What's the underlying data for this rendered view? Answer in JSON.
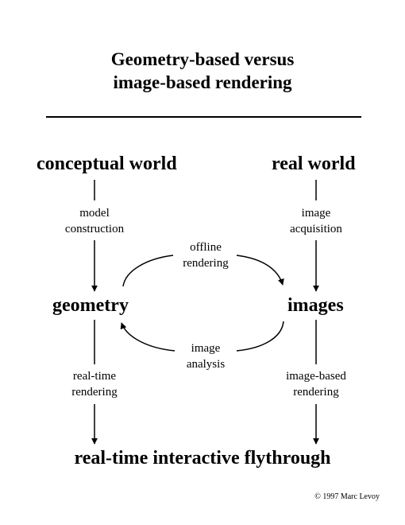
{
  "title": {
    "line1": "Geometry-based versus",
    "line2": "image-based rendering"
  },
  "nodes": {
    "conceptual_world": "conceptual world",
    "real_world": "real world",
    "geometry": "geometry",
    "images": "images",
    "flythrough": "real-time interactive flythrough"
  },
  "labels": {
    "model_construction": [
      "model",
      "construction"
    ],
    "image_acquisition": [
      "image",
      "acquisition"
    ],
    "offline_rendering": [
      "offline",
      "rendering"
    ],
    "image_analysis": [
      "image",
      "analysis"
    ],
    "realtime_rendering": [
      "real-time",
      "rendering"
    ],
    "image_based_rendering": [
      "image-based",
      "rendering"
    ]
  },
  "copyright": "© 1997 Marc Levoy",
  "colors": {
    "ink": "#000000",
    "background": "#ffffff"
  }
}
